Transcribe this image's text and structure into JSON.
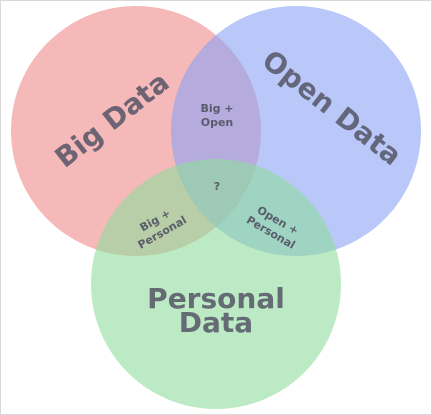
{
  "sets": {
    "big_data": {
      "label": "Big Data",
      "color": "#f08a8a"
    },
    "open_data": {
      "label": "Open Data",
      "color": "#8aa4f5"
    },
    "personal_data": {
      "label_line1": "Personal",
      "label_line2": "Data",
      "color": "#8fdc9c"
    }
  },
  "intersections": {
    "big_open": {
      "line1": "Big +",
      "line2": "Open"
    },
    "big_personal": {
      "line1": "Big +",
      "line2": "Personal"
    },
    "open_personal": {
      "line1": "Open +",
      "line2": "Personal"
    },
    "center": {
      "label": "?"
    }
  },
  "label_color": "#555566"
}
